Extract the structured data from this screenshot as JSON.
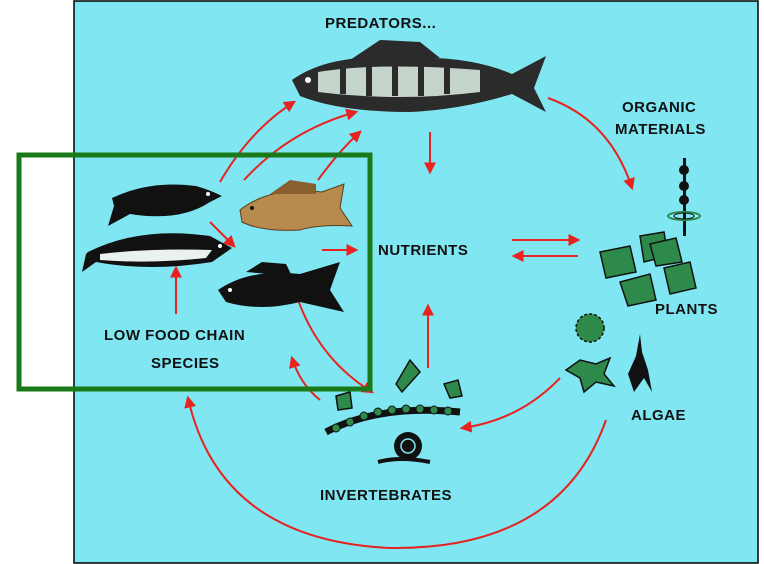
{
  "diagram": {
    "labels": {
      "predators": "PREDATORS...",
      "organic_line1": "ORGANIC",
      "organic_line2": "MATERIALS",
      "nutrients": "NUTRIENTS",
      "plants": "PLANTS",
      "algae": "ALGAE",
      "invertebrates": "INVERTEBRATES",
      "low_line1": "LOW FOOD CHAIN",
      "low_line2": "SPECIES"
    },
    "colors": {
      "background": "#7fe6f2",
      "arrow": "#e8231f",
      "highlight_box": "#1a7a1a",
      "organism_dark": "#111111",
      "plant_green": "#2e8a4a",
      "perch_brown": "#b98a4e"
    },
    "icons": [
      "predator-fish-icon",
      "fish-icon",
      "perch-icon",
      "plant-icon",
      "algae-icon",
      "invertebrate-icon",
      "snail-icon"
    ]
  }
}
